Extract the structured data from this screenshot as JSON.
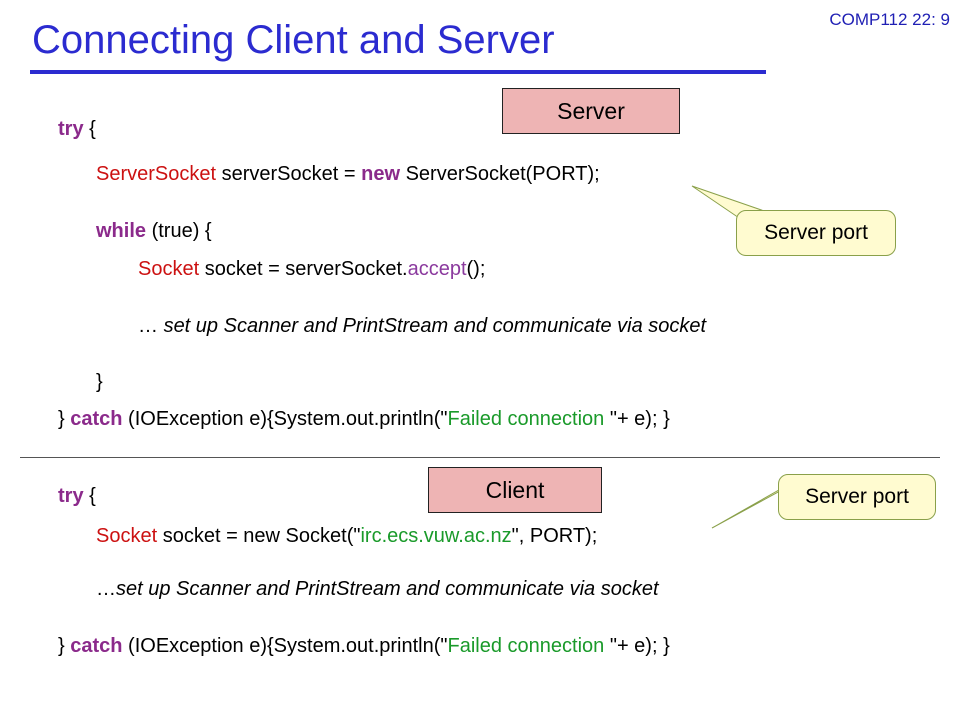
{
  "slide_number": "COMP112 22: 9",
  "title": "Connecting Client and Server",
  "server_label": "Server",
  "client_label": "Client",
  "callouts": {
    "server_top": "Server port",
    "client": "Server port"
  },
  "server_code": {
    "try_kw": "try",
    "brace_open": " {",
    "l2_type": "ServerSocket",
    "l2_mid": " serverSocket  = ",
    "l2_new": "new",
    "l2_end": " ServerSocket(PORT);",
    "l3_kw": "while",
    "l3_rest": " (true) {",
    "l4_type": "Socket",
    "l4_mid": " socket = serverSocket.",
    "l4_method": "accept",
    "l4_end": "();",
    "l5_prefix": "… ",
    "l5_comment": "set up Scanner and PrintStream and communicate via socket",
    "l6": "}",
    "l7_start": "} ",
    "l7_kw": "catch",
    "l7_mid": " (IOException e){System.out.println(\"",
    "l7_str": "Failed connection ",
    "l7_end": "\"+ e); }"
  },
  "client_code": {
    "try_kw": "try",
    "brace_open": " {",
    "l2_type": "Socket",
    "l2_mid": " socket = new Socket(\"",
    "l2_str": "irc.ecs.vuw.ac.nz",
    "l2_end": "\",  PORT);",
    "l3_prefix": "…",
    "l3_comment": "set up Scanner and PrintStream and communicate via socket",
    "l4_start": "} ",
    "l4_kw": "catch",
    "l4_mid": " (IOException e){System.out.println(\"",
    "l4_str": "Failed connection ",
    "l4_end": "\"+ e); }"
  }
}
